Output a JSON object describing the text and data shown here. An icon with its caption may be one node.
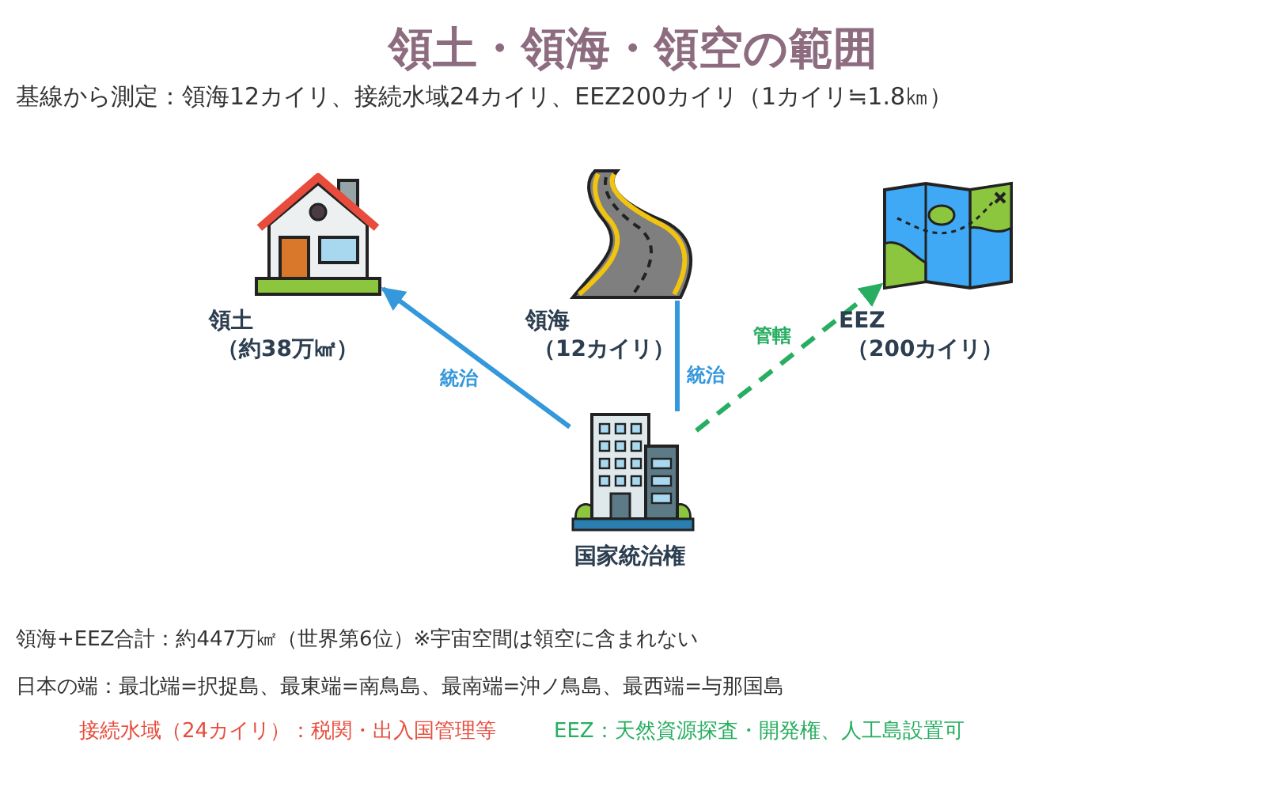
{
  "diagram": {
    "title": "領土・領海・領空の範囲",
    "nodes": [
      {
        "text": [],
        "shape": "picture",
        "beside": [
          "領土",
          "（約38万㎢）"
        ]
      },
      {
        "text": [],
        "shape": "picture",
        "beside": [
          "領海",
          "（12カイリ）"
        ]
      },
      {
        "text": [],
        "shape": "picture",
        "beside": [
          "EEZ",
          "（200カイリ）"
        ]
      },
      {
        "text": [],
        "shape": "picture",
        "beside": [
          "国家統治権"
        ]
      }
    ],
    "edges": [
      {
        "from": 3,
        "to": 0,
        "arrow": "to",
        "label": "統治"
      },
      {
        "from": 3,
        "to": 1,
        "arrow": "none",
        "label": "統治"
      },
      {
        "from": 3,
        "to": 2,
        "arrow": "to",
        "label": "管轄",
        "style": "dashed",
        "color": "#27ae60"
      }
    ],
    "labels": [
      "基線から測定：領海12カイリ、接続水域24カイリ、EEZ200カイリ（1カイリ≒1.8㎞）",
      "領海+EEZ合計：約447万㎢（世界第6位）※宇宙空間は領空に含まれない",
      "日本の端：最北端=択捉島、最東端=南鳥島、最南端=沖ノ鳥島、最西端=与那国島",
      "接続水域（24カイリ）：税関・出入国管理等",
      "EEZ：天然資源探査・開発権、人工島設置可"
    ]
  }
}
